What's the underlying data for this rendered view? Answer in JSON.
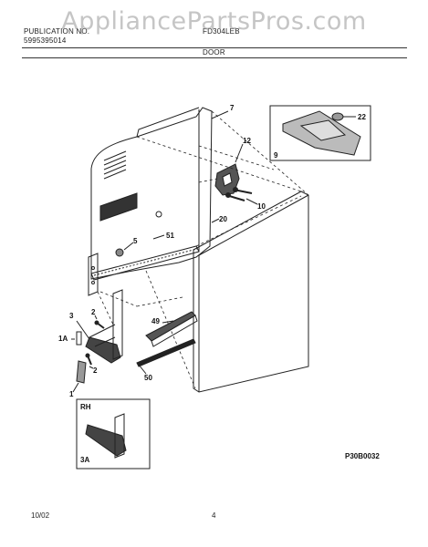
{
  "header": {
    "left_line1": "PUBLICATION NO.",
    "left_line2": "5995395014",
    "model": "FD304LEB",
    "section": "DOOR"
  },
  "watermark": "AppliancePartsPros.com",
  "callouts": {
    "c7": "7",
    "c12": "12",
    "c22": "22",
    "c9": "9",
    "c10": "10",
    "c20": "20",
    "c5": "5",
    "c51": "51",
    "c2a": "2",
    "c3": "3",
    "c49": "49",
    "c1a": "1A",
    "c2b": "2",
    "c1": "1",
    "c50": "50",
    "rh": "RH",
    "c3a": "3A"
  },
  "diagram_code": "P30B0032",
  "footer": {
    "date": "10/02",
    "page": "4"
  }
}
